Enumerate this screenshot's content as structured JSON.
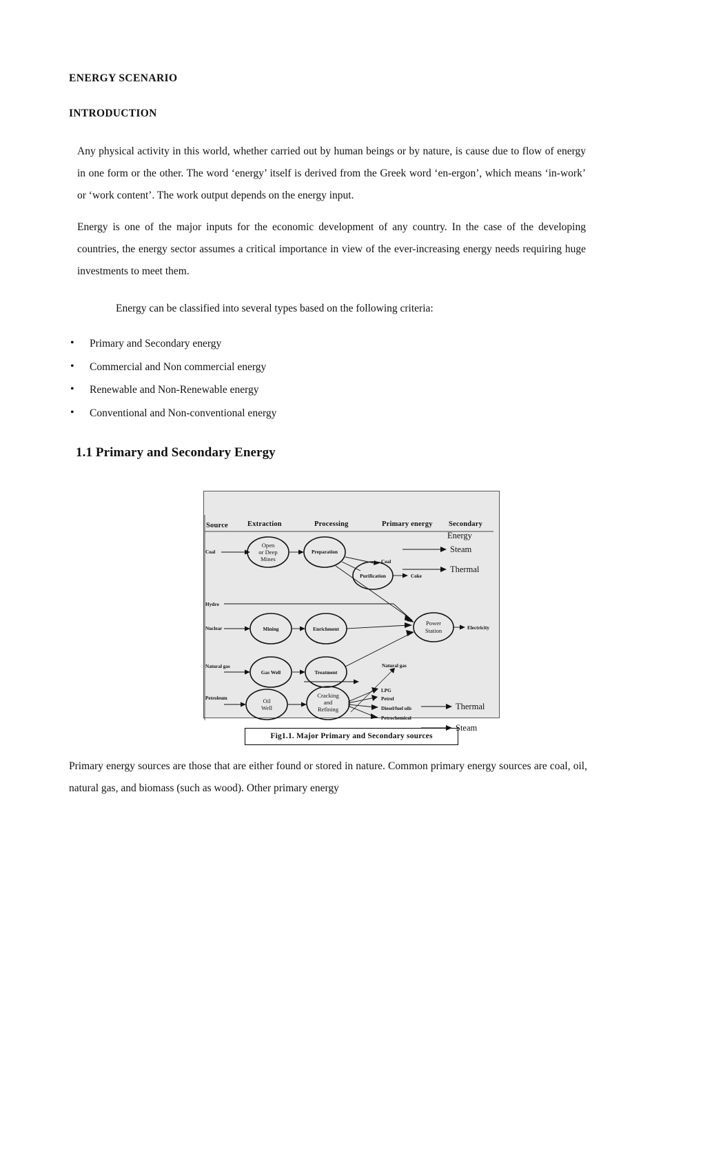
{
  "document": {
    "title": "ENERGY SCENARIO",
    "section_heading": "INTRODUCTION",
    "paragraph_1": "Any physical activity in this world, whether carried out by human beings or by nature, is cause due to flow of energy in one form or the other. The word ‘energy’ itself is derived from the Greek word ‘en-ergon’, which means ‘in-work’ or ‘work content’. The work output depends on the energy input.",
    "paragraph_2": "Energy is one of the major inputs for the economic development of any country. In the case of the developing countries, the energy sector assumes a critical importance in view of the ever-increasing energy needs requiring huge investments to meet them.",
    "criteria_intro": "Energy can be classified into several types based on the following criteria:",
    "criteria": [
      "Primary and Secondary energy",
      "Commercial and Non commercial energy",
      "Renewable and Non-Renewable energy",
      "Conventional and Non-conventional energy"
    ],
    "sub_heading": "1.1 Primary and Secondary Energy",
    "figure_caption": "Fig1.1. Major Primary and Secondary sources",
    "paragraph_3": "Primary energy sources are those that are either found or stored in nature. Common primary energy sources are coal, oil, natural gas, and biomass (such as wood). Other primary energy"
  },
  "figure": {
    "columns": [
      "Source",
      "Extraction",
      "Processing",
      "Primary energy",
      "Secondary"
    ],
    "secondary_energy_label": "Energy",
    "sources": [
      "Coal",
      "Hydro",
      "Nuclear",
      "Natural gas",
      "Petroleum"
    ],
    "nodes": [
      "Open or Deep Mines",
      "Preparation",
      "Purification",
      "Mining",
      "Enrichment",
      "Gas Well",
      "Treatment",
      "Oil Well",
      "Cracking and Refining",
      "Power Station"
    ],
    "node_lines": {
      "open_or_deep_mines": [
        "Open",
        "or Deep",
        "Mines"
      ],
      "preparation": "Preparation",
      "purification": "Purification",
      "mining": "Mining",
      "enrichment": "Enrichment",
      "gas_well": "Gas Well",
      "treatment": "Treatment",
      "oil_well": [
        "Oil",
        "Well"
      ],
      "cracking_and_refining": [
        "Cracking",
        "and",
        "Refining"
      ],
      "power_station": [
        "Power",
        "Station"
      ]
    },
    "primary_outputs": [
      "Coal",
      "Coke",
      "Natural gas",
      "LPG",
      "Petrol",
      "Diesel/fuel oils",
      "Petrochemical"
    ],
    "secondary_outputs": [
      "Steam",
      "Thermal",
      "Electricity",
      "Thermal",
      "Steam"
    ],
    "colors": {
      "panel_background": "#e8e8e8",
      "stroke": "#111111",
      "page_background": "#ffffff"
    }
  }
}
